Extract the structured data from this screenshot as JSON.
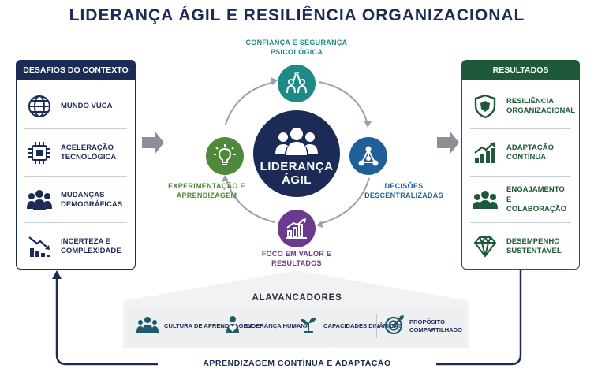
{
  "title": "LIDERANÇA ÁGIL E RESILIÊNCIA ORGANIZACIONAL",
  "left_panel": {
    "heading": "DESAFIOS DO CONTEXTO",
    "items": [
      {
        "label": "MUNDO VUCA",
        "icon": "globe-icon"
      },
      {
        "label": "ACELERAÇÃO TECNOLÓGICA",
        "icon": "chip-icon"
      },
      {
        "label": "MUDANÇAS DEMOGRÁFICAS",
        "icon": "people-icon"
      },
      {
        "label": "INCERTEZA E COMPLEXIDADE",
        "icon": "declining-chart-icon"
      }
    ]
  },
  "right_panel": {
    "heading": "RESULTADOS",
    "items": [
      {
        "label": "RESILIÊNCIA ORGANIZACIONAL",
        "icon": "shield-icon"
      },
      {
        "label": "ADAPTAÇÃO CONTÍNUA",
        "icon": "growth-chart-icon"
      },
      {
        "label": "ENGAJAMENTO E COLABORAÇÃO",
        "icon": "team-icon"
      },
      {
        "label": "DESEMPENHO SUSTENTÁVEL",
        "icon": "diamond-icon"
      }
    ]
  },
  "center": {
    "label": "LIDERANÇA ÁGIL",
    "icon": "group-icon",
    "nodes": {
      "top": {
        "label": "CONFIANÇA E SEGURANÇA PSICOLÓGICA",
        "icon": "high-five-icon",
        "color": "#1e8a86"
      },
      "right": {
        "label": "DECISÕES DESCENTRALIZADAS",
        "icon": "network-icon",
        "color": "#1f5f9a"
      },
      "bottom": {
        "label": "FOCO EM VALOR E RESULTADOS",
        "icon": "chart-icon",
        "color": "#6a3a8e"
      },
      "left": {
        "label": "EXPERIMENTAÇÃO E APRENDIZAGEM",
        "icon": "lightbulb-icon",
        "color": "#4f8a3a"
      }
    }
  },
  "alavancadores": {
    "heading": "ALAVANCADORES",
    "items": [
      {
        "label": "CULTURA DE APRENDIZAGEM",
        "icon": "people-icon"
      },
      {
        "label": "LIDERANÇA HUMANA",
        "icon": "person-heart-icon"
      },
      {
        "label": "CAPACIDADES DINÂMICAS",
        "icon": "sprout-icon"
      },
      {
        "label": "PROPÓSITO COMPARTILHADO",
        "icon": "target-icon"
      }
    ]
  },
  "loop_label": "APRENDIZAGEM CONTÍNUA E ADAPTAÇÃO",
  "colors": {
    "navy": "#1c2b55",
    "green": "#1e5a3a",
    "teal": "#1e8a86",
    "blue": "#1f5f9a",
    "purple": "#6a3a8e",
    "lime": "#4f8a3a"
  }
}
